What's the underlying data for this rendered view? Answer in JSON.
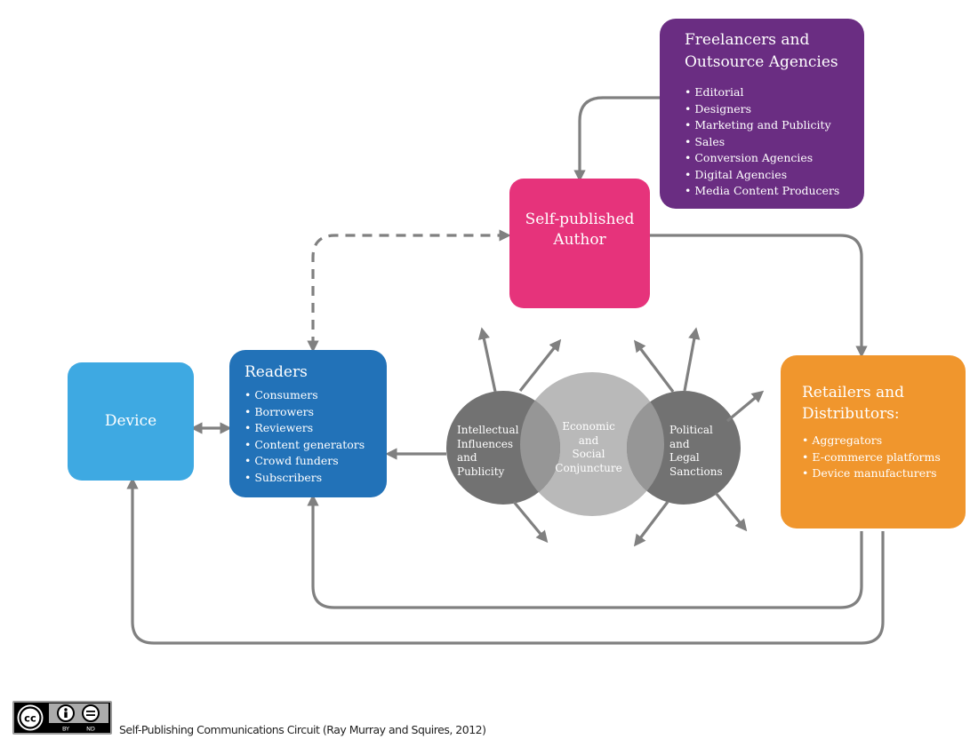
{
  "colors": {
    "freelancers": "#6a2d82",
    "author": "#e6337b",
    "device": "#3ea9e2",
    "readers": "#2272b8",
    "retailers": "#f0962d",
    "connector": "#808080",
    "circle_dark": "#727272",
    "circle_light": "#b9b9b9"
  },
  "nodes": {
    "freelancers": {
      "title_line1": "Freelancers and",
      "title_line2": "Outsource Agencies",
      "items": [
        "Editorial",
        "Designers",
        "Marketing and Publicity",
        "Sales",
        "Conversion Agencies",
        "Digital Agencies",
        "Media Content Producers"
      ]
    },
    "author": {
      "title_line1": "Self-published",
      "title_line2": "Author"
    },
    "device": {
      "title": "Device"
    },
    "readers": {
      "title": "Readers",
      "items": [
        "Consumers",
        "Borrowers",
        "Reviewers",
        "Content generators",
        "Crowd funders",
        "Subscribers"
      ]
    },
    "retailers": {
      "title_line1": "Retailers and",
      "title_line2": "Distributors:",
      "items": [
        "Aggregators",
        "E-commerce platforms",
        "Device manufacturers"
      ]
    }
  },
  "venn": {
    "intellectual": [
      "Intellectual",
      "Influences",
      "and",
      "Publicity"
    ],
    "economic": [
      "Economic",
      "and",
      "Social",
      "Conjuncture"
    ],
    "political": [
      "Political",
      "and",
      "Legal",
      "Sanctions"
    ]
  },
  "footer": {
    "license_icons": [
      "creative-commons-icon",
      "attribution-icon",
      "no-derivatives-icon"
    ],
    "license_by": "BY",
    "license_nd": "ND",
    "caption": "Self-Publishing Communications Circuit (Ray Murray and Squires, 2012)"
  }
}
